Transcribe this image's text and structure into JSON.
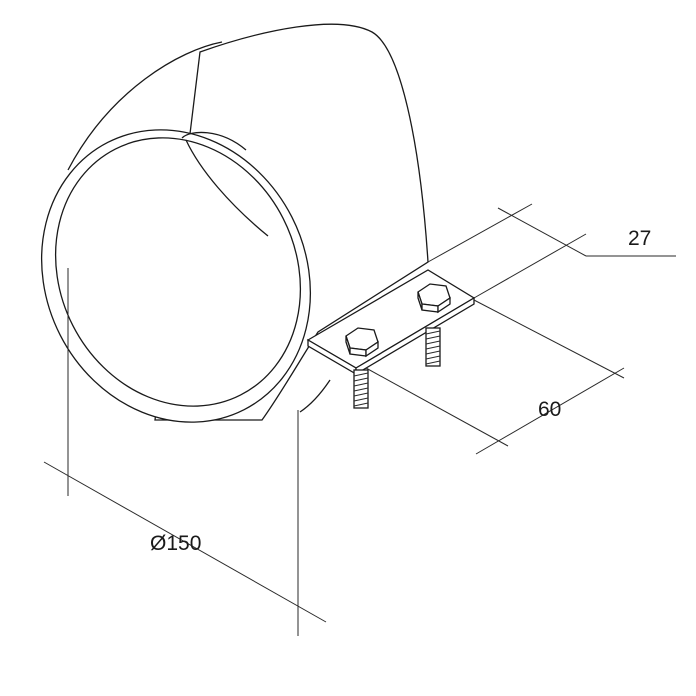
{
  "dimensions": {
    "width_label": "27",
    "length_label": "60",
    "diameter_label": "Ø150"
  }
}
